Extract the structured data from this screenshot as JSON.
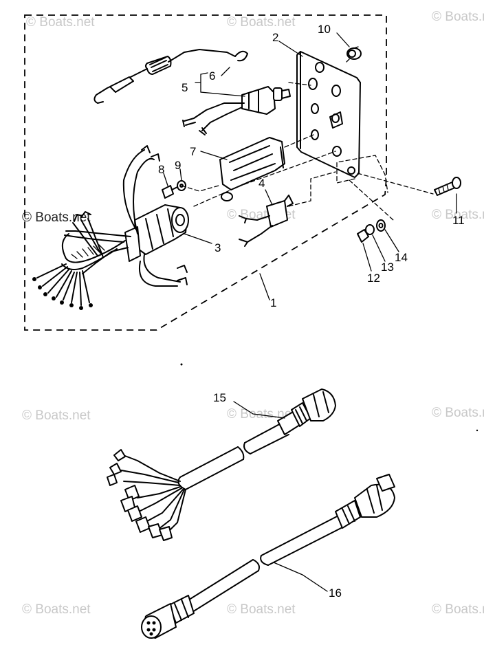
{
  "watermark": {
    "text": "© Boats.net"
  },
  "callouts": {
    "c1": "1",
    "c2": "2",
    "c3": "3",
    "c4": "4",
    "c5": "5",
    "c6": "6",
    "c7": "7",
    "c8": "8",
    "c9": "9",
    "c10": "10",
    "c11": "11",
    "c12": "12",
    "c13": "13",
    "c14": "14",
    "c15": "15",
    "c16": "16"
  },
  "colors": {
    "ink": "#000000",
    "background": "#ffffff",
    "watermark": "#c8c8c8"
  }
}
